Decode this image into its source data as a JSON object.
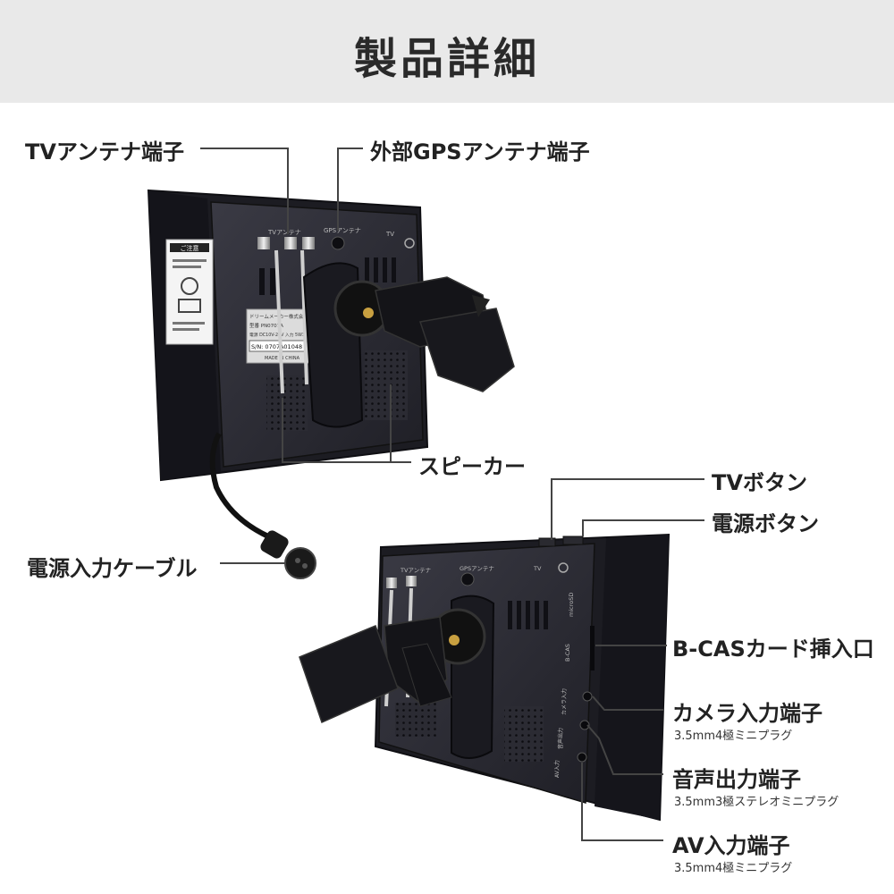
{
  "title": "製品詳細",
  "top_device": {
    "labels": {
      "tv_antenna": "TVアンテナ端子",
      "gps_antenna": "外部GPSアンテナ端子",
      "speaker": "スピーカー",
      "power_cable": "電源入力ケーブル"
    },
    "printed": {
      "tv_antenna_mark": "TVアンテナ",
      "gps_mark": "GPSアンテナ",
      "tv_mark": "TV",
      "warning_title": "ご注意",
      "sticker_line1": "ドリームメーカー株式会社",
      "sticker_line2": "型番 PN0707A",
      "sticker_line3": "電源 DC10V-24V 入力 5W3A",
      "serial": "S/N: 0707A01048",
      "made_in": "MADE IN CHINA"
    }
  },
  "bottom_device": {
    "labels": {
      "tv_button": "TVボタン",
      "power_button": "電源ボタン",
      "bcas": "B-CASカード挿入口",
      "camera_in": "カメラ入力端子",
      "camera_in_spec": "3.5mm4極ミニプラグ",
      "audio_out": "音声出力端子",
      "audio_out_spec": "3.5mm3極ステレオミニプラグ",
      "av_in": "AV入力端子",
      "av_in_spec": "3.5mm4極ミニプラグ"
    },
    "printed": {
      "tv_antenna_mark": "TVアンテナ",
      "gps_mark": "GPSアンテナ",
      "tv_mark": "TV",
      "bcas_mark": "B-CAS",
      "camera_mark": "カメラ入力",
      "audio_mark": "音声出力",
      "av_mark": "AV入力",
      "microsd_mark": "microSD"
    }
  }
}
